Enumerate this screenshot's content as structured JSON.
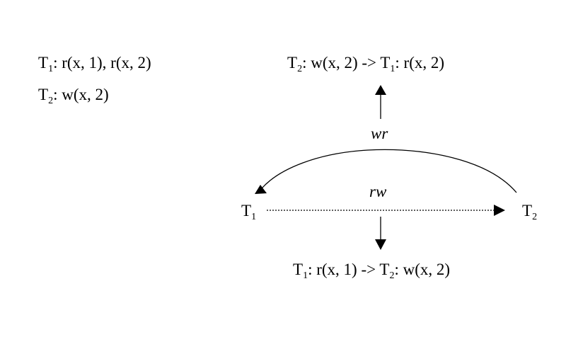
{
  "schedule": {
    "line1": {
      "txn": "T",
      "sub": "1",
      "ops": ": r(x, 1), r(x, 2)"
    },
    "line2": {
      "txn": "T",
      "sub": "2",
      "ops": ": w(x, 2)"
    }
  },
  "top_dependency": {
    "a_txn": "T",
    "a_sub": "2",
    "a_op": ": w(x, 2)",
    "arrow": " -> ",
    "b_txn": "T",
    "b_sub": "1",
    "b_op": ": r(x, 2)"
  },
  "bottom_dependency": {
    "a_txn": "T",
    "a_sub": "1",
    "a_op": ": r(x, 1)",
    "arrow": " -> ",
    "b_txn": "T",
    "b_sub": "2",
    "b_op": ": w(x, 2)"
  },
  "nodes": {
    "t1": {
      "txn": "T",
      "sub": "1"
    },
    "t2": {
      "txn": "T",
      "sub": "2"
    }
  },
  "edges": {
    "wr": "wr",
    "rw": "rw"
  }
}
